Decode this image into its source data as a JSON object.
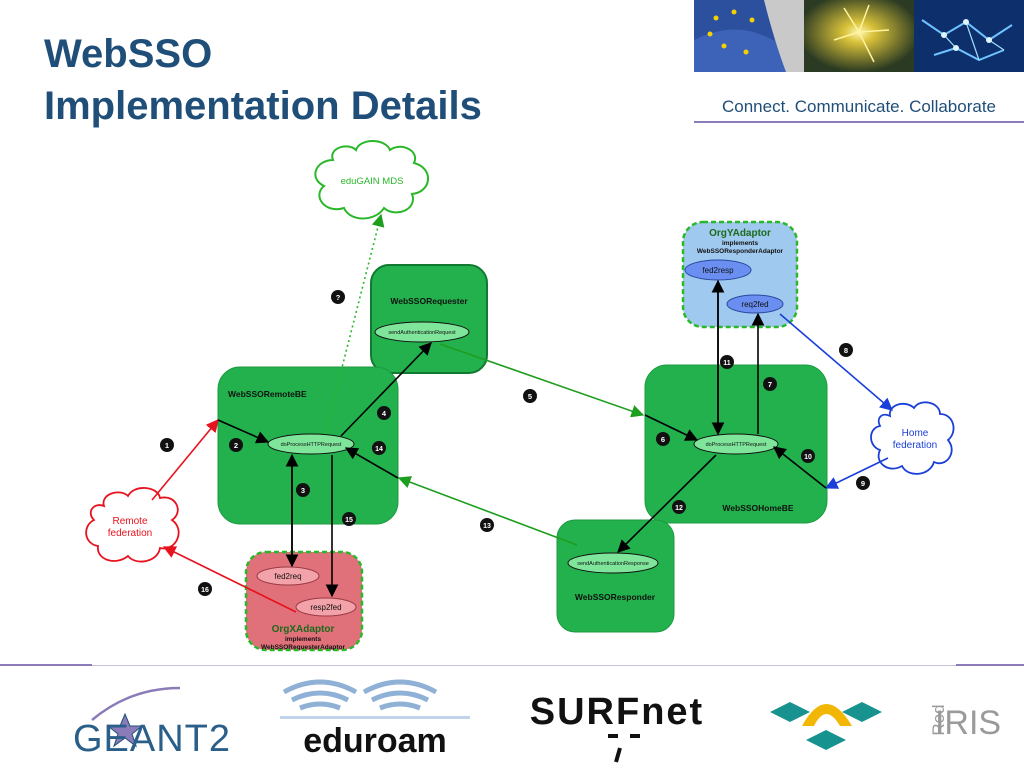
{
  "slide": {
    "title_line1": "WebSSO",
    "title_line2": "Implementation Details",
    "tagline": "Connect. Communicate. Collaborate"
  },
  "diagram": {
    "clouds": {
      "mds": "eduGAIN MDS",
      "remote_line1": "Remote",
      "remote_line2": "federation",
      "home_line1": "Home",
      "home_line2": "federation"
    },
    "boxes": {
      "requester": "WebSSORequester",
      "remote_be": "WebSSORemoteBE",
      "home_be": "WebSSOHomeBE",
      "responder": "WebSSOResponder",
      "orgy_title": "OrgYAdaptor",
      "orgy_impl_1": "implements",
      "orgy_impl_2": "WebSSOResponderAdaptor",
      "orgx_title": "OrgXAdaptor",
      "orgx_impl_1": "implements",
      "orgx_impl_2": "WebSSORequesterAdaptor"
    },
    "ellipses": {
      "send_auth_request": "sendAuthenticationRequest",
      "do_process_remote": "doProcessHTTPRequest",
      "do_process_home": "doProcessHTTPRequest",
      "send_auth_response": "sendAuthenticationResponse",
      "fed2resp": "fed2resp",
      "req2fed": "req2fed",
      "fed2req": "fed2req",
      "resp2fed": "resp2fed"
    },
    "steps": [
      "1",
      "2",
      "3",
      "4",
      "5",
      "6",
      "7",
      "8",
      "9",
      "10",
      "11",
      "12",
      "13",
      "14",
      "15",
      "16",
      "?"
    ],
    "colors": {
      "box_green": "#22b14c",
      "orgy_fill": "#9fc9ee",
      "orgx_fill": "#e0707a",
      "remote_arrow": "#e8121e",
      "home_arrow": "#1a3fd9",
      "green_arrow": "#1e9e1e"
    }
  },
  "logos": {
    "geant": "GEANT2",
    "eduroam": "eduroam",
    "surfnet": "SURFnet",
    "rediris_red": "Red",
    "rediris_iris": "IRIS"
  }
}
